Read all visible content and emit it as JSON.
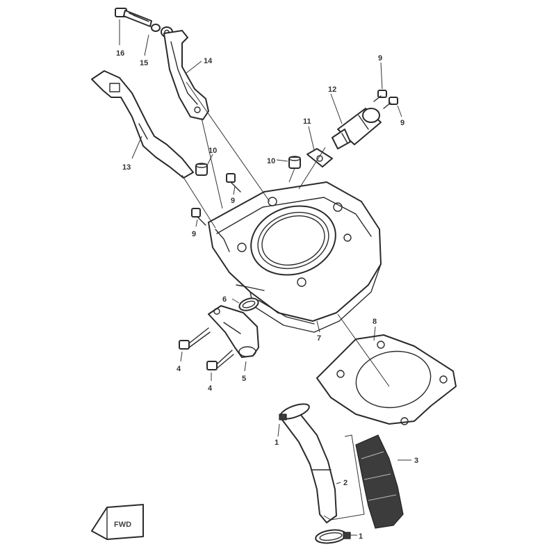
{
  "callouts": {
    "n16": "16",
    "n15": "15",
    "n14": "14",
    "n13": "13",
    "n12": "12",
    "n11": "11",
    "n10a": "10",
    "n10b": "10",
    "n9a": "9",
    "n9b": "9",
    "n9c": "9",
    "n9d": "9",
    "n8": "8",
    "n7": "7",
    "n6": "6",
    "n5": "5",
    "n4a": "4",
    "n4b": "4",
    "n3": "3",
    "n2": "2",
    "n1a": "1",
    "n1b": "1"
  },
  "fwd_label": "FWD",
  "colors": {
    "line": "#2a2a2a",
    "background": "#ffffff"
  }
}
